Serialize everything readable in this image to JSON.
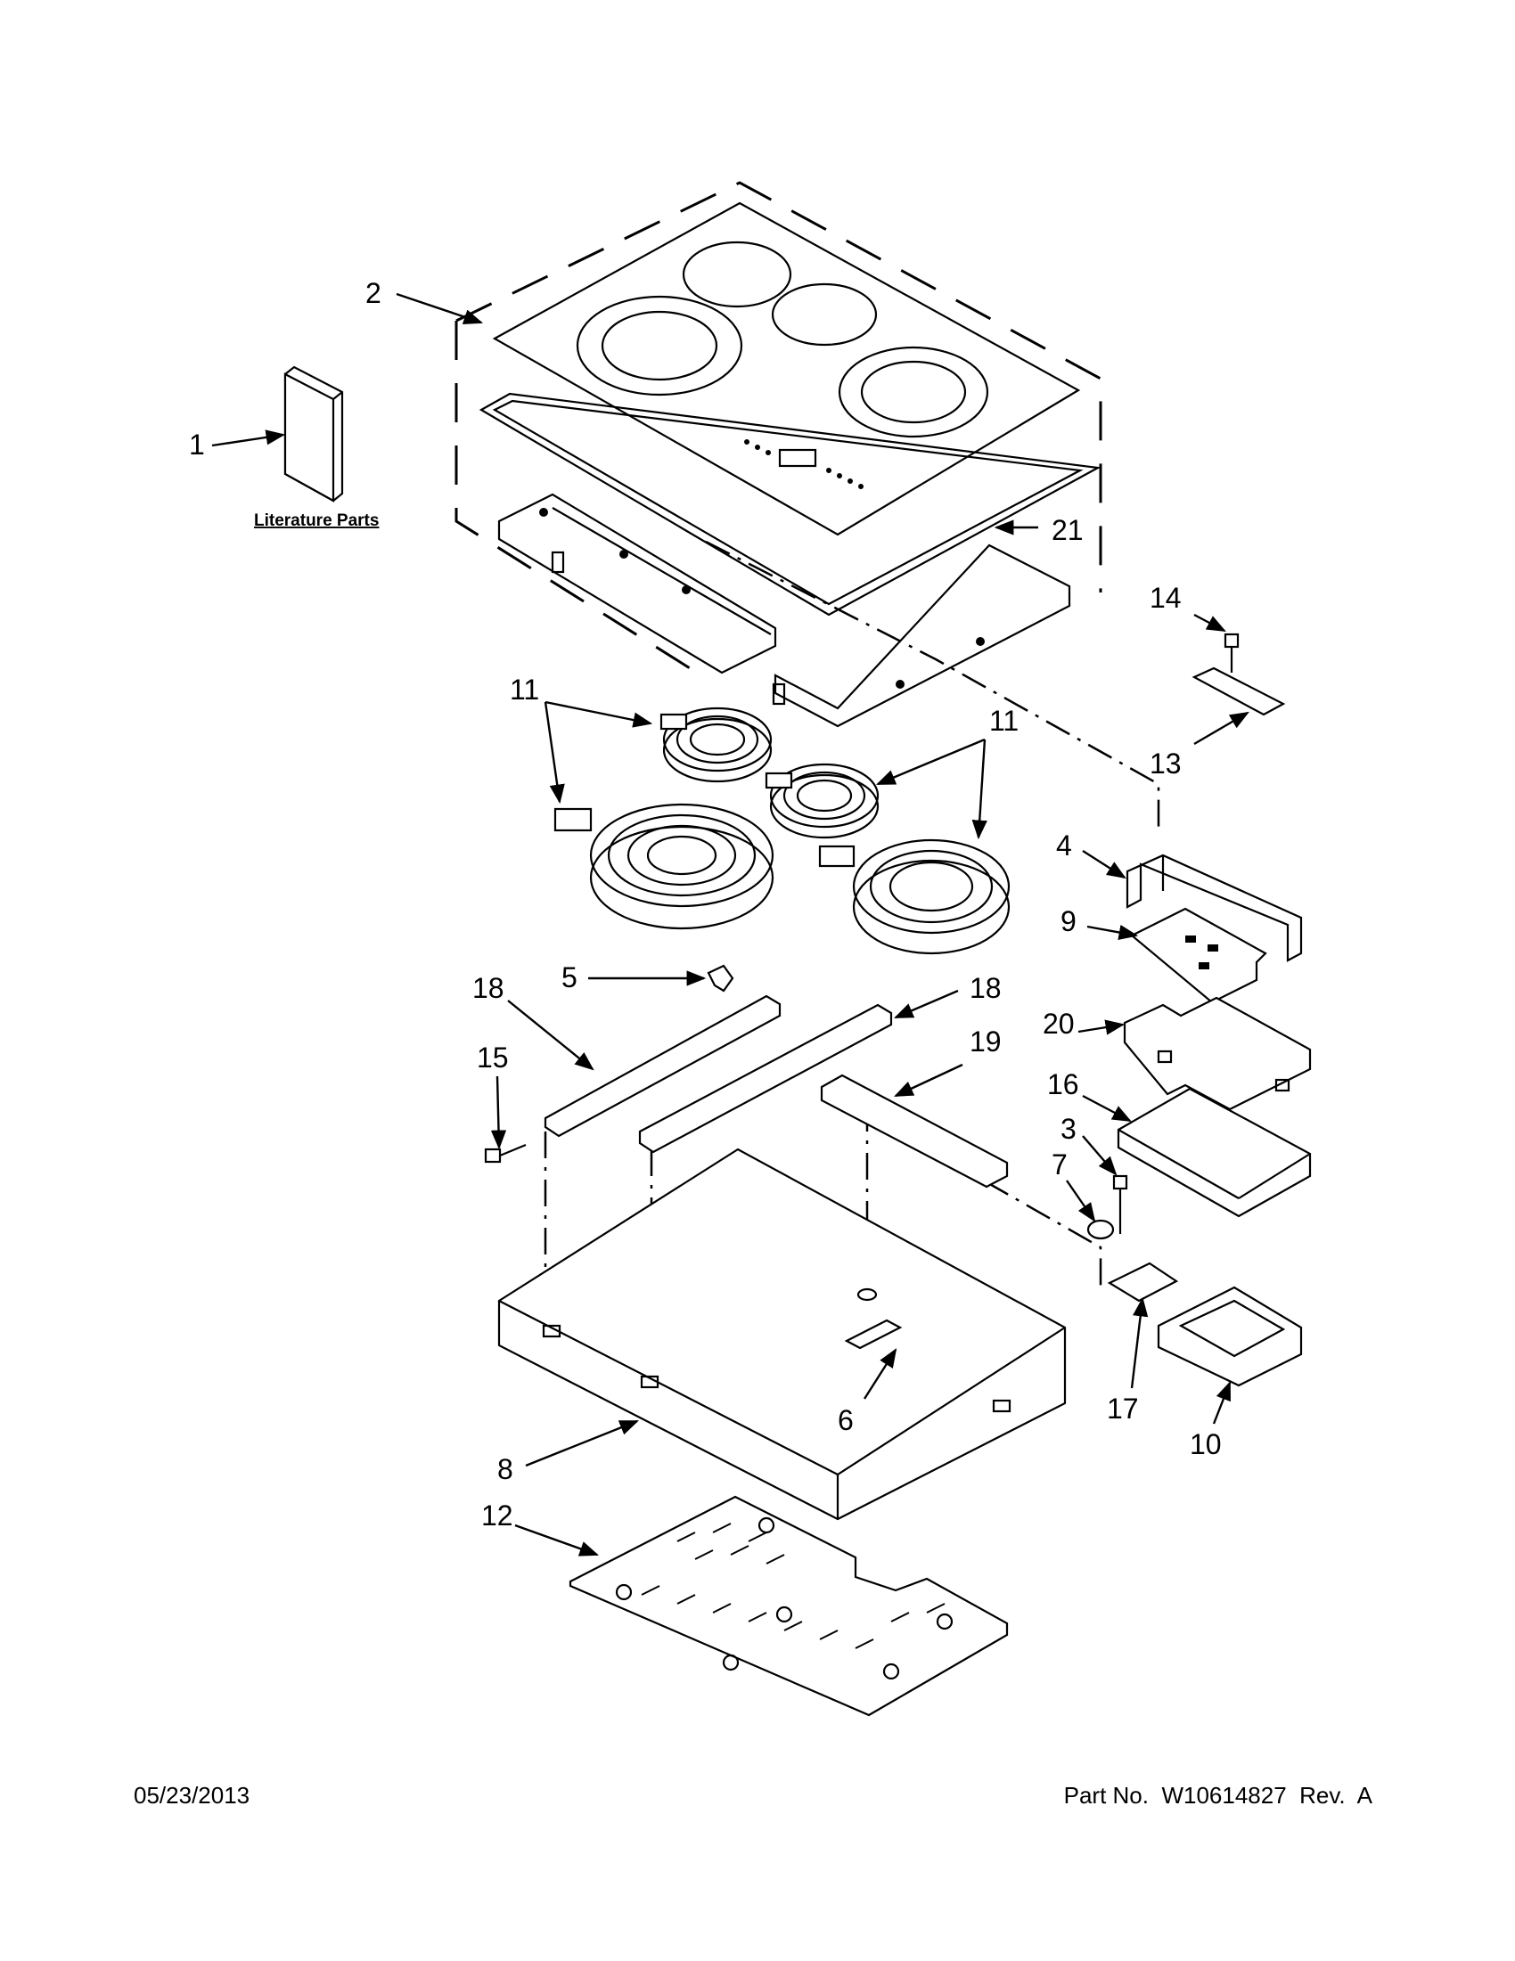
{
  "callouts": {
    "c1": "1",
    "c2": "2",
    "c3": "3",
    "c4": "4",
    "c5": "5",
    "c6": "6",
    "c7": "7",
    "c8": "8",
    "c9": "9",
    "c10": "10",
    "c11a": "11",
    "c11b": "11",
    "c12": "12",
    "c13": "13",
    "c14": "14",
    "c15": "15",
    "c16": "16",
    "c17": "17",
    "c18a": "18",
    "c18b": "18",
    "c19": "19",
    "c20": "20",
    "c21": "21"
  },
  "literature_caption": "Literature Parts",
  "footer": {
    "date": "05/23/2013",
    "part": "Part No.  W10614827  Rev.  A"
  }
}
